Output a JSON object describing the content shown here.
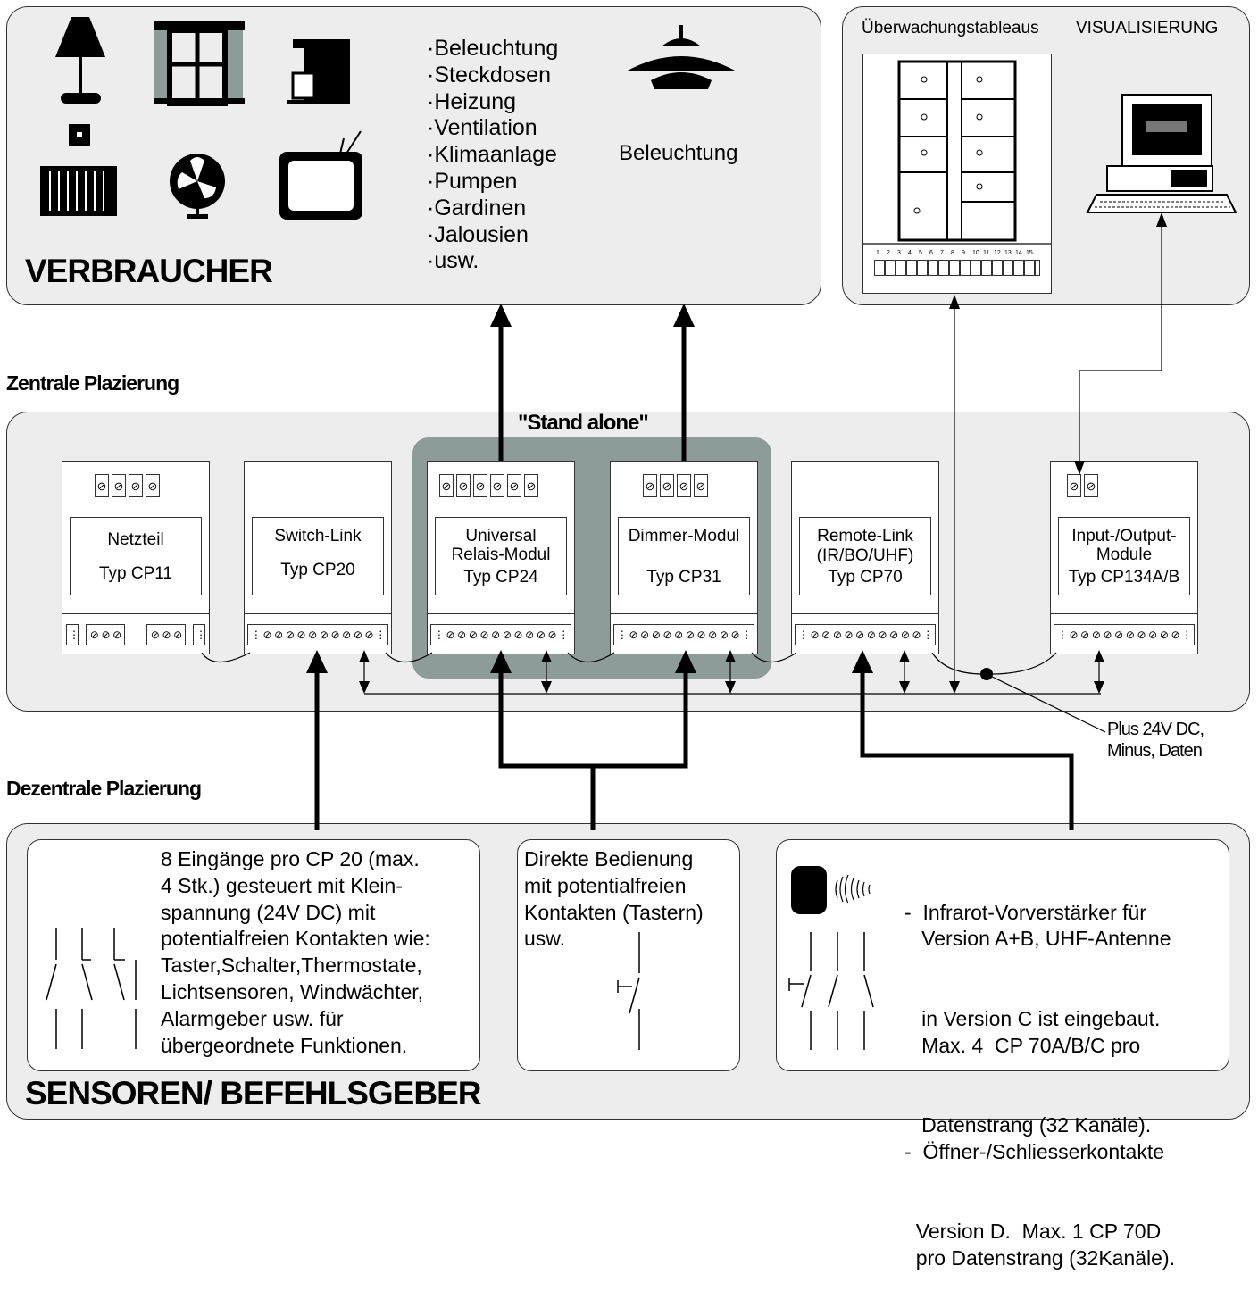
{
  "consumers": {
    "title": "VERBRAUCHER",
    "items": [
      "Beleuchtung",
      "Steckdosen",
      "Heizung",
      "Ventilation",
      "Klimaanlage",
      "Pumpen",
      "Gardinen",
      "Jalousien",
      "usw."
    ],
    "lamp_label": "Beleuchtung"
  },
  "visualization": {
    "left_label": "Überwachungstableaus",
    "right_label": "VISUALISIERUNG",
    "panel_numbers": [
      "1",
      "2",
      "3",
      "4",
      "5",
      "6",
      "7",
      "8",
      "9",
      "10",
      "11",
      "12",
      "13",
      "14",
      "15"
    ]
  },
  "central": {
    "heading": "Zentrale Plazierung",
    "standalone": "\"Stand alone\"",
    "modules": [
      {
        "lines": [
          "Netzteil",
          "Typ CP11"
        ]
      },
      {
        "lines": [
          "Switch-Link",
          "Typ CP20"
        ]
      },
      {
        "lines": [
          "Universal",
          "Relais-Modul",
          "Typ CP24"
        ]
      },
      {
        "lines": [
          "Dimmer-Modul",
          "Typ CP31"
        ]
      },
      {
        "lines": [
          "Remote-Link",
          "(IR/BO/UHF)",
          "Typ CP70"
        ]
      },
      {
        "lines": [
          "Input-/Output-",
          "Module",
          "Typ CP134A/B"
        ]
      }
    ],
    "bus_note": [
      "Plus 24V DC,",
      "Minus, Daten"
    ]
  },
  "decentral": {
    "heading": "Dezentrale Plazierung",
    "title": "SENSOREN/ BEFEHLSGEBER",
    "box1": [
      "8 Eingänge pro CP 20 (max.",
      "4 Stk.) gesteuert mit Klein-",
      "spannung (24V DC) mit",
      "potentialfreien Kontakten wie:",
      "Taster,Schalter,Thermostate,",
      "Lichtsensoren, Windwächter,",
      "Alarmgeber usw. für",
      "übergeordnete Funktionen."
    ],
    "box2": [
      "Direkte Bedienung",
      "mit potentialfreien",
      "Kontakten (Tastern)",
      "usw."
    ],
    "box3": [
      "-  Infrarot-Vorverstärker für",
      "   Version A+B, UHF-Antenne",
      "   in Version C ist eingebaut.",
      "   Max. 4  CP 70A/B/C pro",
      "   Datenstrang (32 Kanäle).",
      "-  Öffner-/Schliesserkontakte",
      "  Version D.  Max. 1 CP 70D",
      "  pro Datenstrang (32Kanäle)."
    ]
  },
  "colors": {
    "panel": "#ededed",
    "standalone": "#8e9c99",
    "line": "#000000"
  }
}
